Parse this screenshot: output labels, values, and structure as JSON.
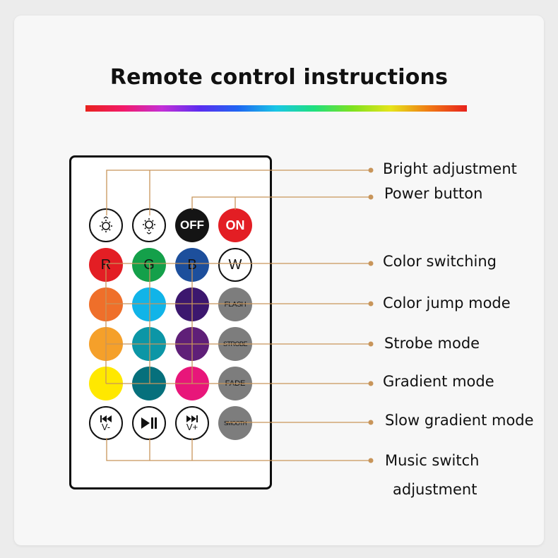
{
  "title": "Remote control instructions",
  "labels": {
    "bright": "Bright adjustment",
    "power": "Power button",
    "color_switching": "Color switching",
    "color_jump": "Color jump mode",
    "strobe": "Strobe mode",
    "gradient": "Gradient mode",
    "slow_gradient": "Slow gradient mode",
    "music_line1": "Music switch",
    "music_line2": "adjustment"
  },
  "buttons": {
    "brightness_down": {
      "icon": "brightness-down-icon"
    },
    "brightness_up": {
      "icon": "brightness-up-icon"
    },
    "off": {
      "text": "OFF",
      "color": "#141414"
    },
    "on": {
      "text": "ON",
      "color": "#e31e24"
    },
    "r": {
      "text": "R",
      "color": "#e31e24"
    },
    "g": {
      "text": "G",
      "color": "#14a04a"
    },
    "b": {
      "text": "B",
      "color": "#1d4f9c"
    },
    "w": {
      "text": "W",
      "color": "#ffffff"
    },
    "flash": {
      "text": "FLASH",
      "color": "#7d7d7d"
    },
    "strobe": {
      "text": "STROBE",
      "color": "#7d7d7d"
    },
    "fade": {
      "text": "FADE",
      "color": "#7d7d7d"
    },
    "smooth": {
      "text": "SMOOTH",
      "color": "#7d7d7d"
    },
    "prev": {
      "icon": "previous-track-icon",
      "text": "V-"
    },
    "play": {
      "icon": "play-pause-icon"
    },
    "next": {
      "icon": "next-track-icon",
      "text": "V+"
    },
    "row3": [
      "#ef6f2a",
      "#11b4e8",
      "#3c176e"
    ],
    "row4": [
      "#f5a02a",
      "#0c96a6",
      "#5f1f78"
    ],
    "row5": [
      "#ffe800",
      "#06707c",
      "#e8167a"
    ]
  },
  "colors": {
    "leader": "#c8955a",
    "remote_border": "#0e0e0e"
  }
}
